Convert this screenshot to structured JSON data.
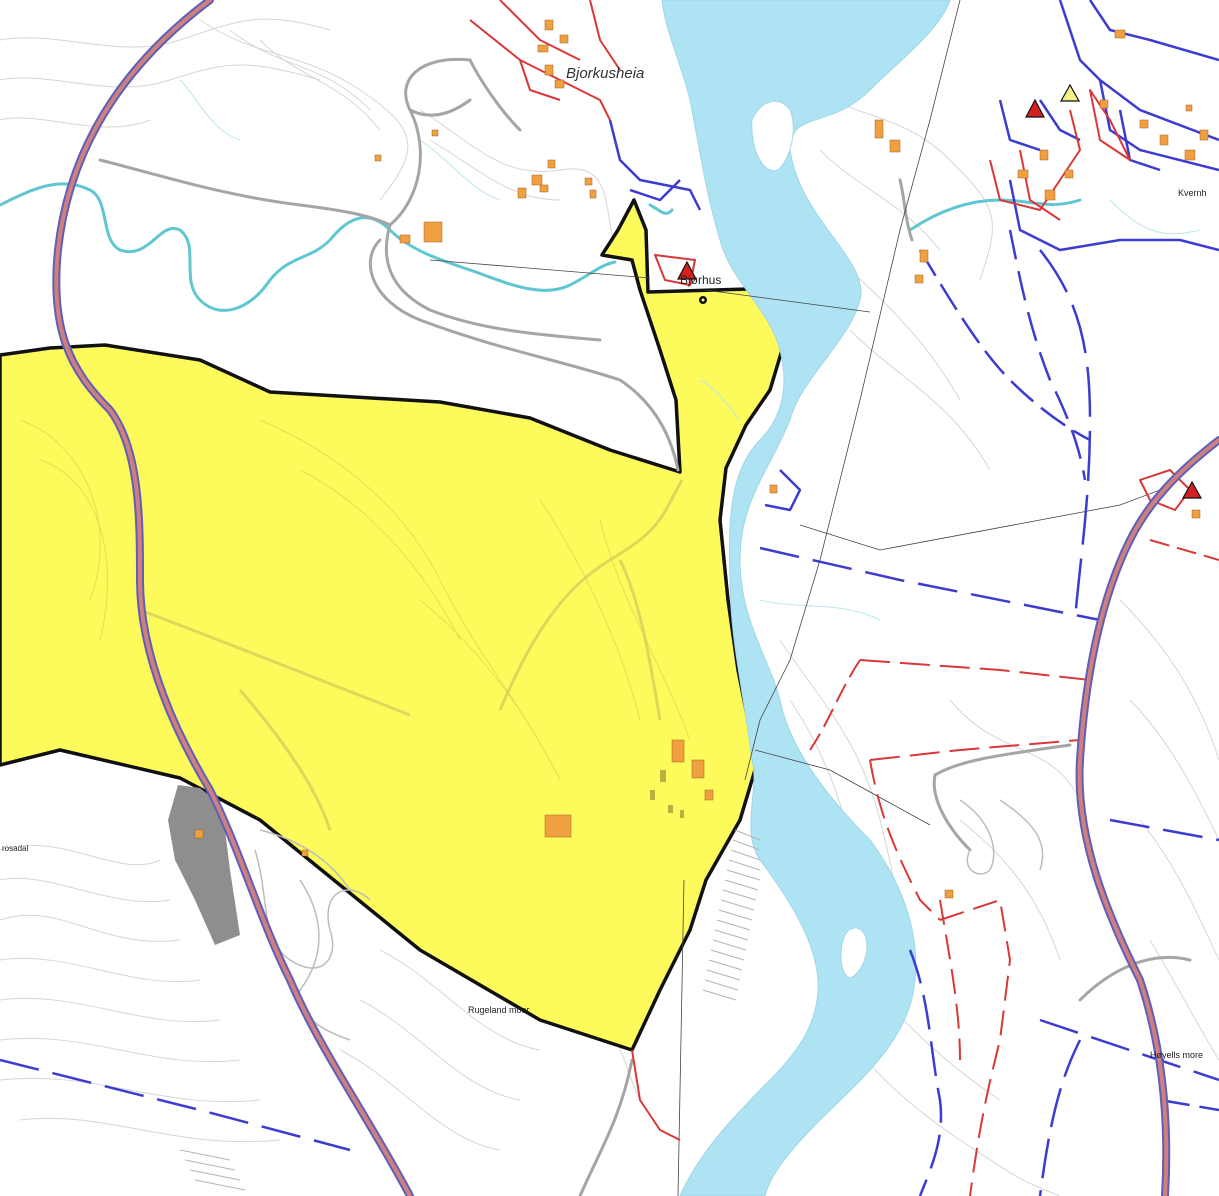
{
  "map": {
    "labels": {
      "bjorkusheia": "Bjorkusheia",
      "bjorhus": "Bjørhus",
      "kvernh": "Kvernh",
      "rugeland_moer": "Rugeland moer",
      "hayells_more": "Høyells more",
      "rosadal": "rosadal"
    },
    "colors": {
      "background": "#ffffff",
      "water": "#aee3f3",
      "area": "#fdfa5c",
      "area_outline": "#111111",
      "highway": "#c46d6d",
      "highway_edge": "#5d5fb8",
      "road": "#a0a0a0",
      "building": "#f0a040",
      "warning_red": "#d42020",
      "warning_yellow": "#f5f08a",
      "blue_line": "#3c3cd0",
      "red_line": "#d83838",
      "contour": "#d8d8d8",
      "parking": "#8e8e8e",
      "stream": "#5fc6d2"
    },
    "symbols": {
      "warning": "warning-triangle-icon",
      "point": "point-marker-icon"
    }
  }
}
